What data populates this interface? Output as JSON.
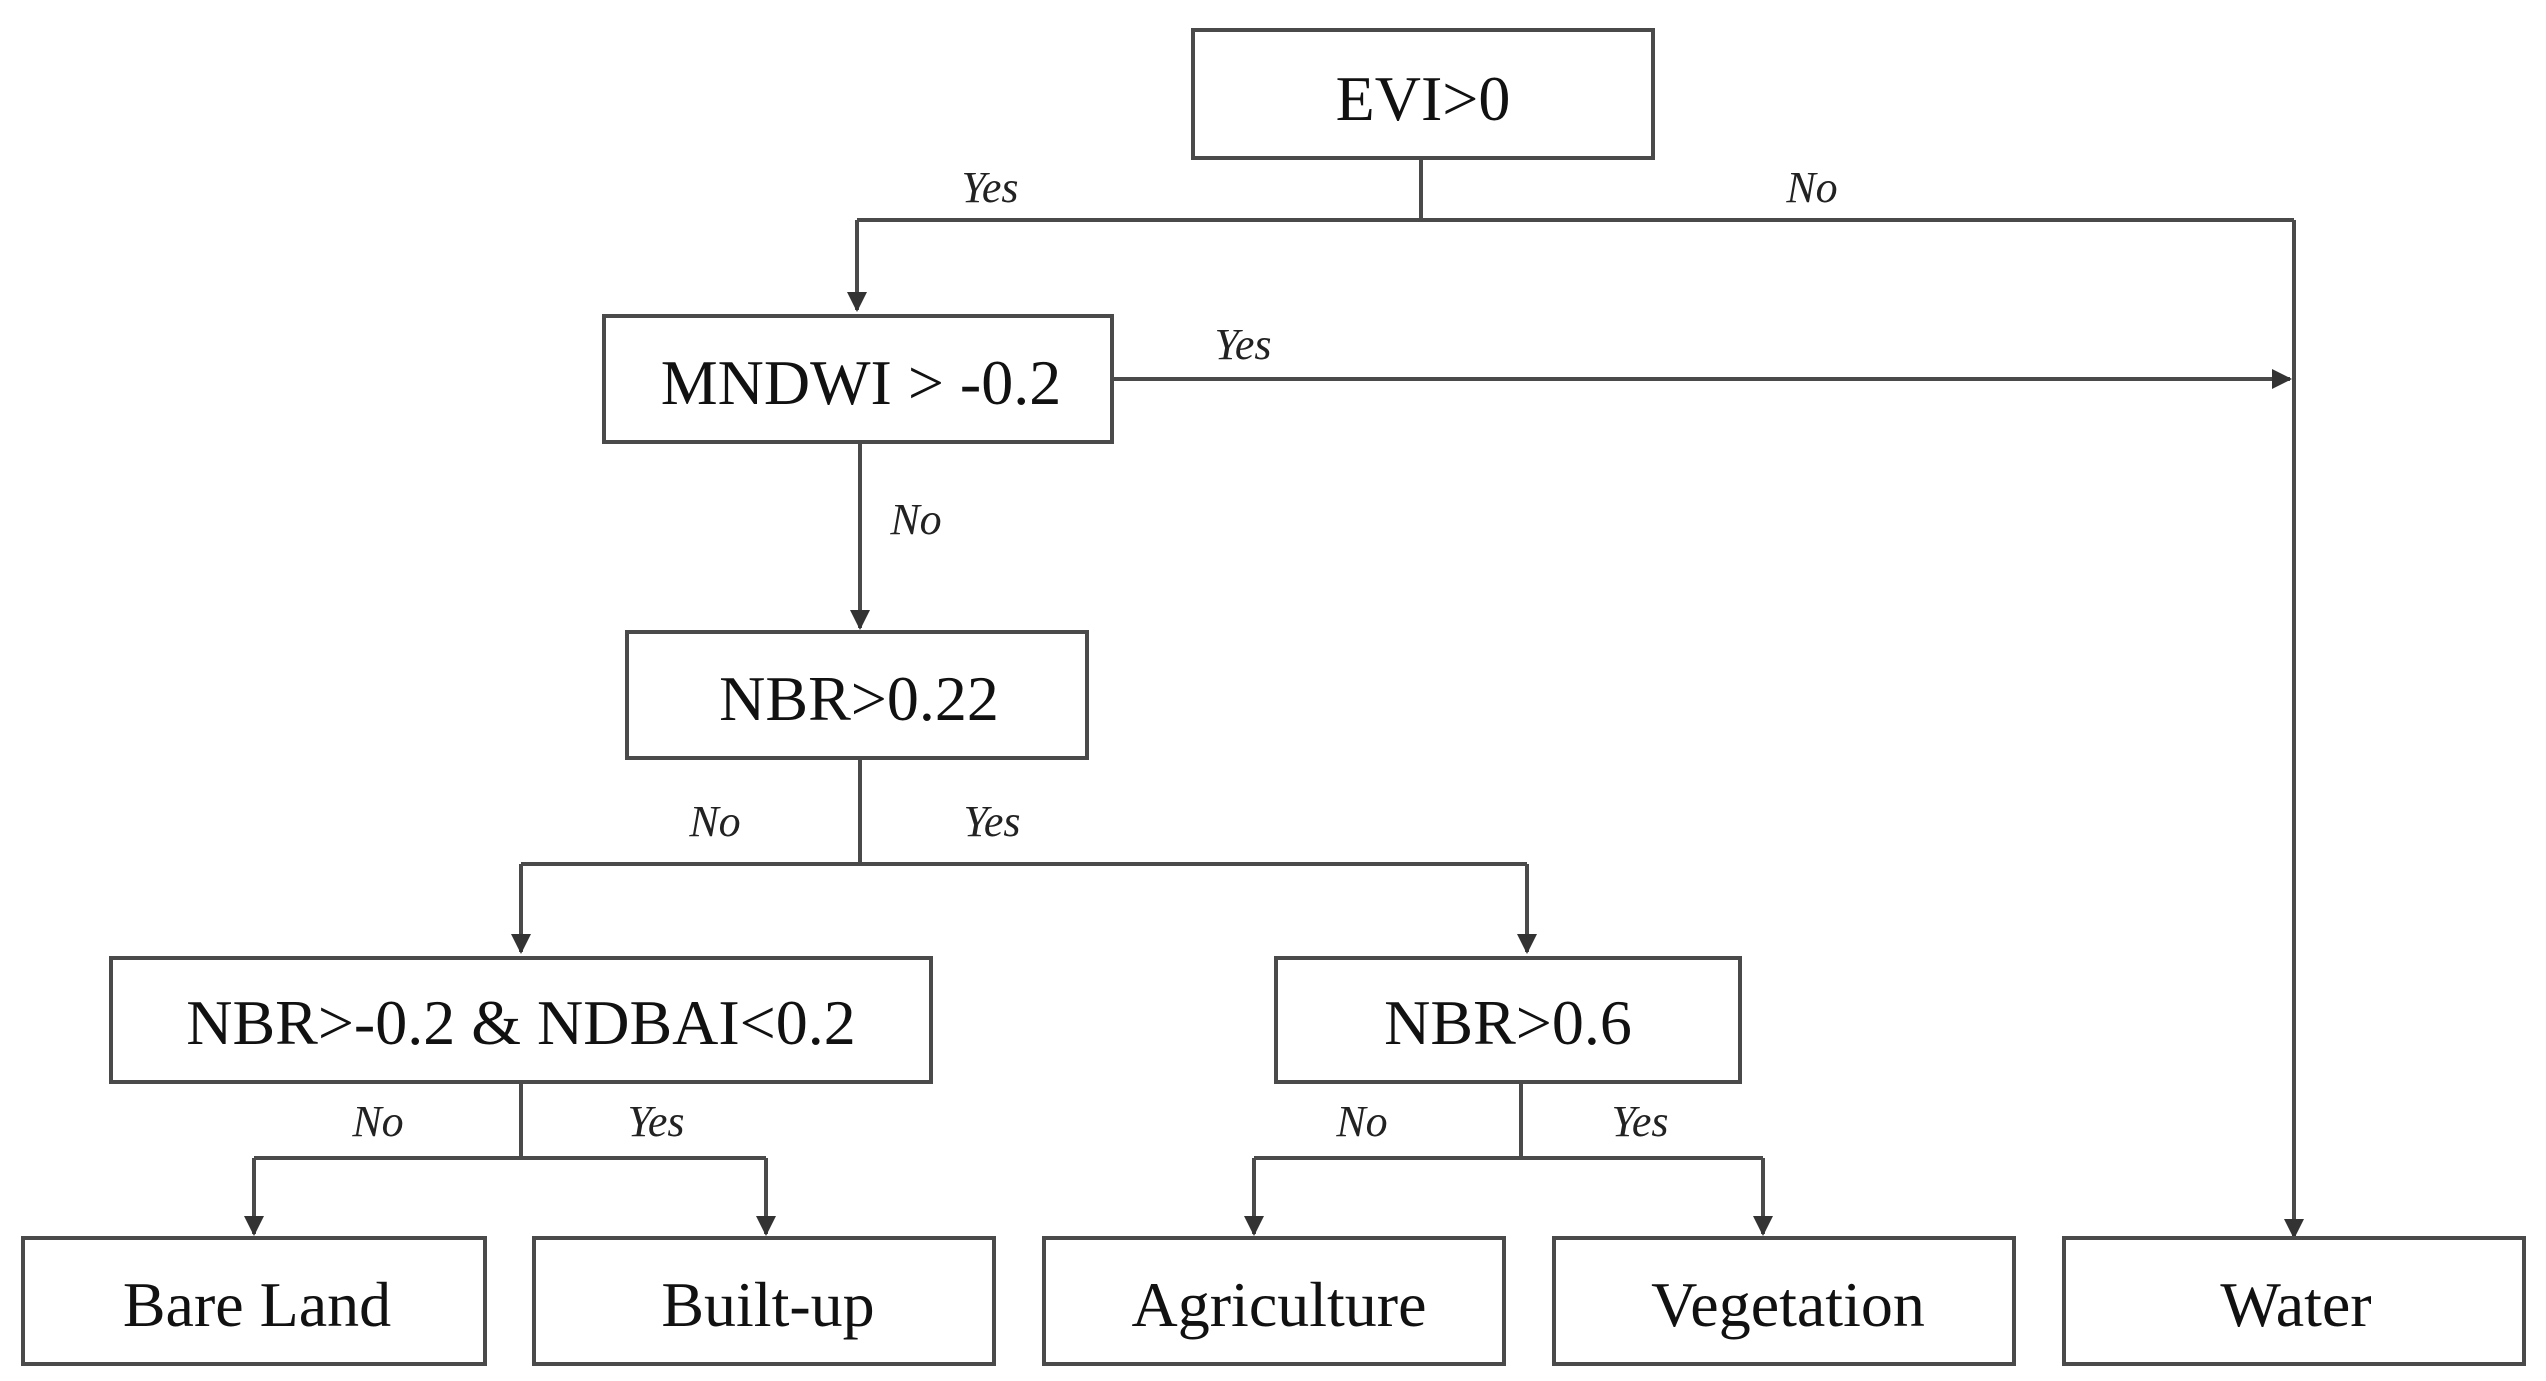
{
  "nodes": {
    "evi": "EVI>0",
    "mndwi": "MNDWI > -0.2",
    "nbr_022": "NBR>0.22",
    "nbr_ndbai": "NBR>-0.2 & NDBAI<0.2",
    "nbr_06": "NBR>0.6",
    "bare_land": "Bare Land",
    "built_up": "Built-up",
    "agriculture": "Agriculture",
    "vegetation": "Vegetation",
    "water": "Water"
  },
  "edges": {
    "evi_yes": "Yes",
    "evi_no": "No",
    "mndwi_yes": "Yes",
    "mndwi_no": "No",
    "nbr_022_no": "No",
    "nbr_022_yes": "Yes",
    "nbr_ndbai_no": "No",
    "nbr_ndbai_yes": "Yes",
    "nbr_06_no": "No",
    "nbr_06_yes": "Yes"
  }
}
